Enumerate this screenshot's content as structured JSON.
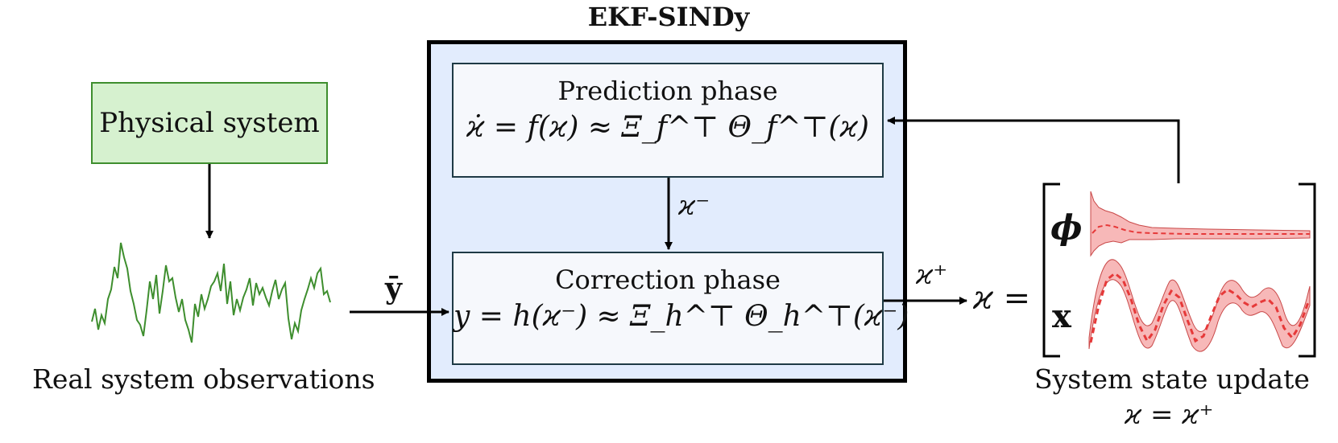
{
  "title": "EKF-SINDy",
  "physical_system": {
    "label": "Physical system"
  },
  "observations": {
    "caption": "Real system observations",
    "symbol": "ȳ"
  },
  "prediction": {
    "title": "Prediction phase",
    "equation": "ϰ̇ = f(ϰ) ≈ Ξ_f^⊤ Θ_f^⊤(ϰ)"
  },
  "correction": {
    "title": "Correction phase",
    "equation": "y = h(ϰ⁻) ≈ Ξ_h^⊤ Θ_h^⊤(ϰ⁻)"
  },
  "prior_label": "ϰ⁻",
  "posterior_label": "ϰ⁺",
  "state": {
    "lhs": "ϰ =",
    "row_top": "ϕ",
    "row_bottom": "x"
  },
  "update": {
    "caption": "System state update",
    "equation": "ϰ = ϰ⁺"
  },
  "colors": {
    "physical_fill": "#d6f1cf",
    "physical_border": "#3e8e2e",
    "signal": "#3e8e2e",
    "outer_fill": "#e2ecfd",
    "band": "#f7b8b8",
    "band_line": "#e63939"
  }
}
